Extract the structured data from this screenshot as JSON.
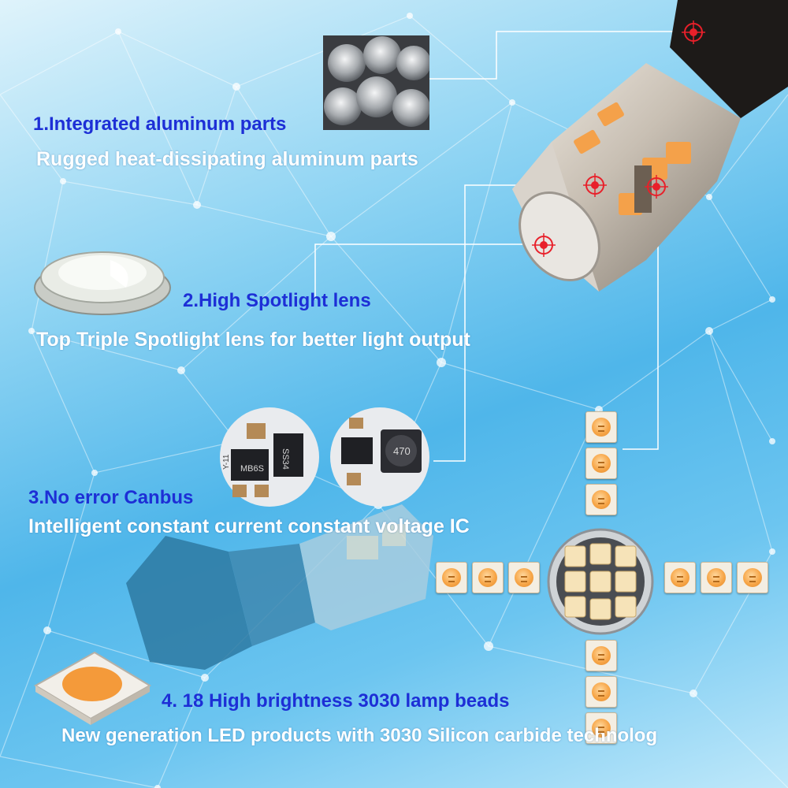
{
  "features": [
    {
      "title": "1.Integrated aluminum parts",
      "desc": "Rugged heat-dissipating aluminum parts"
    },
    {
      "title": "2.High Spotlight lens",
      "desc": "Top Triple Spotlight lens for better light output"
    },
    {
      "title": "3.No error Canbus",
      "desc": "Intelligent constant current constant voltage IC"
    },
    {
      "title": "4. 18 High brightness 3030 lamp beads",
      "desc": "New generation LED products with 3030 Silicon carbide technolog"
    }
  ],
  "pcb_labels": {
    "left_chip_1": "MB6S",
    "left_chip_2": "SS34",
    "right_coil": "470",
    "left_mark": "Y-11"
  },
  "colors": {
    "title": "#1d2fd6",
    "desc": "#ffffff",
    "led_orange": "#f7a648",
    "target_red": "#e8202a"
  }
}
